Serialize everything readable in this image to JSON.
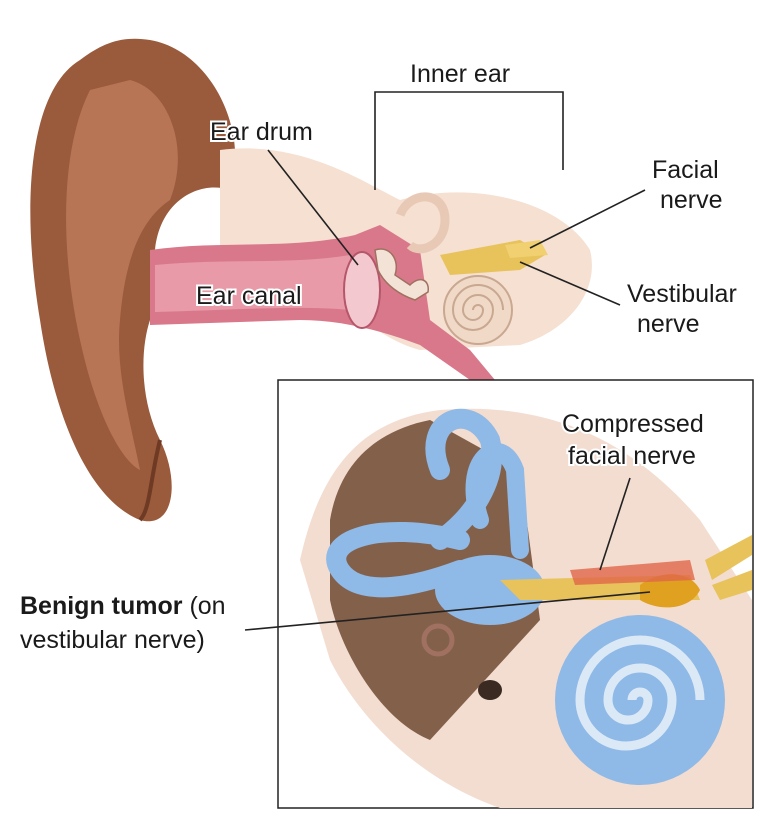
{
  "labels": {
    "inner_ear": "Inner ear",
    "ear_drum": "Ear drum",
    "facial_nerve_1": "Facial",
    "facial_nerve_2": "nerve",
    "ear_canal": "Ear canal",
    "vestibular_nerve_1": "Vestibular",
    "vestibular_nerve_2": "nerve",
    "compressed_1": "Compressed",
    "compressed_2": "facial nerve",
    "tumor_bold": "Benign tumor",
    "tumor_rest": " (on",
    "tumor_2": "vestibular nerve)"
  },
  "colors": {
    "ear_skin": "#9a5a3c",
    "canal": "#d9788a",
    "bone": "#f1d9c8",
    "labyrinth": "#8fb9e6",
    "nerve": "#e8c25a",
    "tumor": "#e0a020"
  }
}
